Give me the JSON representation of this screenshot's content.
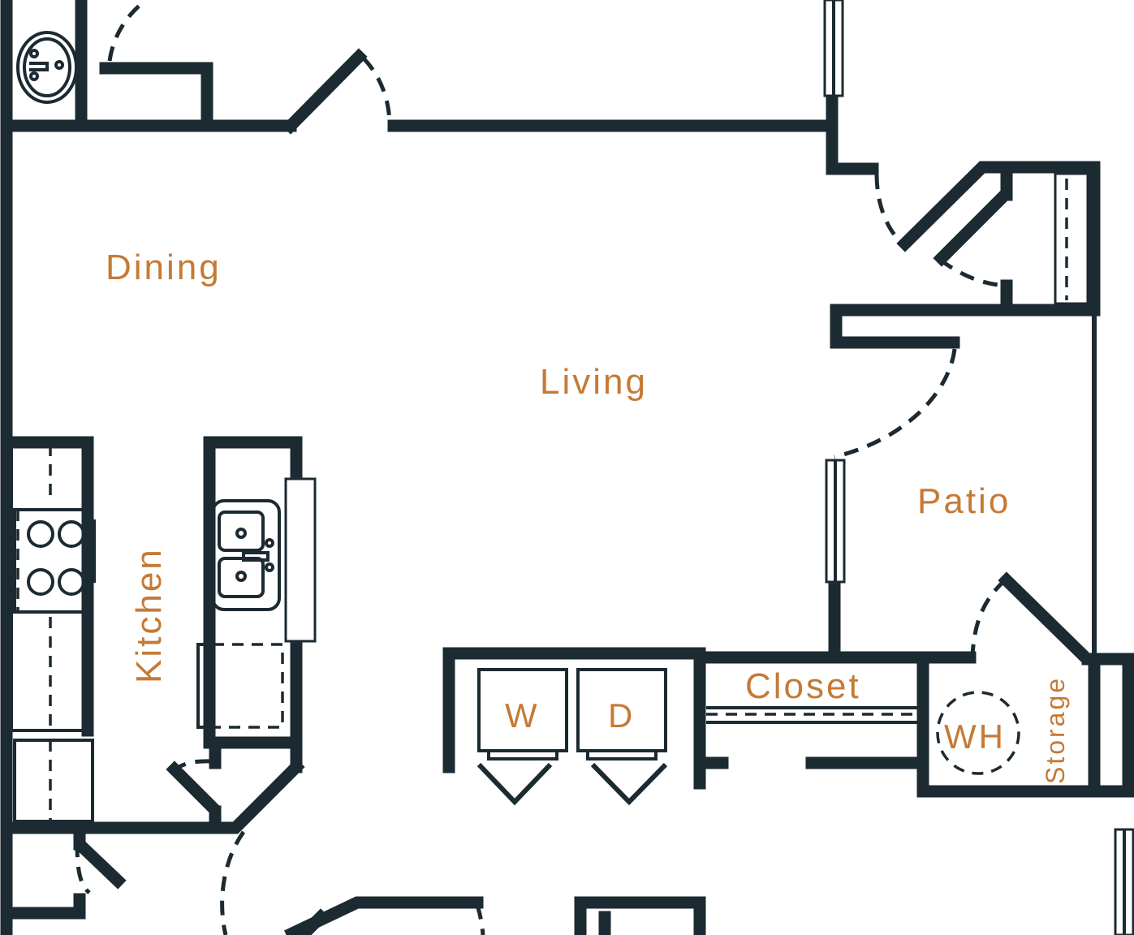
{
  "colors": {
    "wall": "#1c2a32",
    "label": "#c57a36",
    "background": "#ffffff"
  },
  "rooms": {
    "dining": "Dining",
    "living": "Living",
    "kitchen": "Kitchen",
    "patio": "Patio",
    "closet": "Closet",
    "storage": "Storage"
  },
  "appliances": {
    "washer": "W",
    "dryer": "D",
    "water_heater": "WH"
  }
}
